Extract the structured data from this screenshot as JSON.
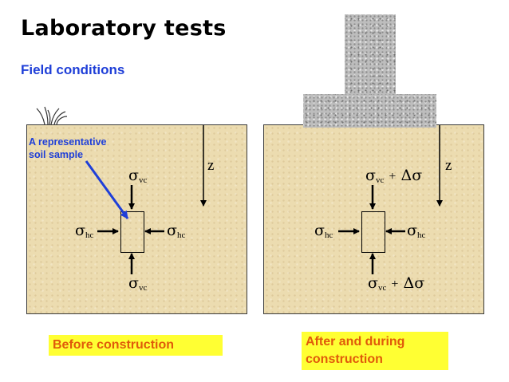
{
  "title": "Laboratory tests",
  "subtitle": "Field conditions",
  "annotation": "A representative soil sample",
  "annotation_lines": [
    "A representative",
    "soil sample"
  ],
  "depth_label": "z",
  "left_panel": {
    "sigma_top": {
      "symbol": "σ",
      "sub": "vc"
    },
    "sigma_bottom": {
      "symbol": "σ",
      "sub": "vc"
    },
    "sigma_left": {
      "symbol": "σ",
      "sub": "hc"
    },
    "sigma_right": {
      "symbol": "σ",
      "sub": "hc"
    },
    "caption": "Before construction"
  },
  "right_panel": {
    "sigma_top": {
      "symbol": "σ",
      "sub": "vc",
      "plus": "+",
      "delta": "Δσ"
    },
    "sigma_bottom": {
      "symbol": "σ",
      "sub": "vc",
      "plus": "+",
      "delta": "Δσ"
    },
    "sigma_left": {
      "symbol": "σ",
      "sub": "hc"
    },
    "sigma_right": {
      "symbol": "σ",
      "sub": "hc"
    },
    "caption_lines": [
      "After and during",
      "construction"
    ]
  },
  "colors": {
    "title": "#000000",
    "subtitle": "#1f3fd8",
    "soil": "#ecdcb0",
    "caption_bg": "#ffff33",
    "caption_text": "#e05a0a",
    "arrow_blue": "#1f3fd8"
  }
}
